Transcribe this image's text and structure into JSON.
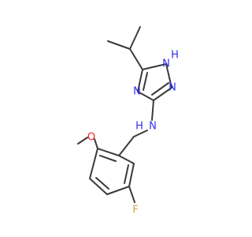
{
  "molecule": {
    "atom_labels": {
      "nh_ring": "H",
      "n_ring_1": "N",
      "n_ring_2": "N",
      "n_ring_3": "N",
      "nh_amine": "N",
      "h_amine": "H",
      "oxygen": "O",
      "fluorine": "F"
    },
    "colors": {
      "bond": "#3b3b3b",
      "nitrogen": "#2f2ff0",
      "oxygen": "#ff2020",
      "fluorine": "#c9a84a"
    }
  }
}
